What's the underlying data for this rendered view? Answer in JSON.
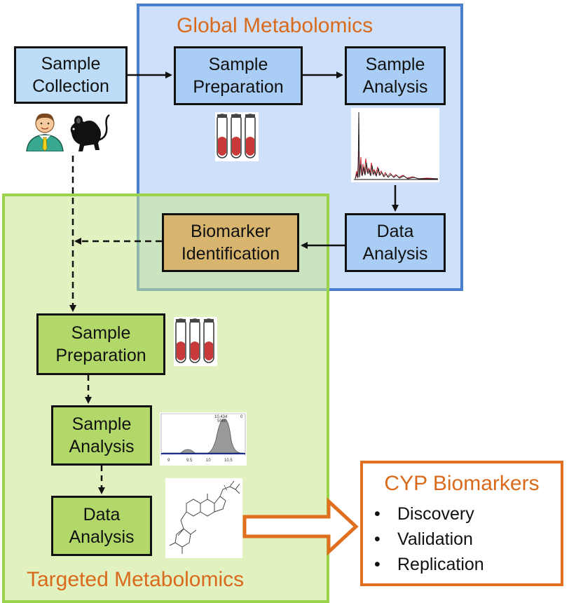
{
  "regions": {
    "global_title": "Global Metabolomics",
    "targeted_title": "Targeted Metabolomics"
  },
  "boxes": {
    "sample_collection": [
      "Sample",
      "Collection"
    ],
    "global_sample_preparation": [
      "Sample",
      "Preparation"
    ],
    "global_sample_analysis": [
      "Sample",
      "Analysis"
    ],
    "global_data_analysis": [
      "Data",
      "Analysis"
    ],
    "biomarker_identification": [
      "Biomarker",
      "Identification"
    ],
    "targeted_sample_preparation": [
      "Sample",
      "Preparation"
    ],
    "targeted_sample_analysis": [
      "Sample",
      "Analysis"
    ],
    "targeted_data_analysis": [
      "Data",
      "Analysis"
    ]
  },
  "cyp": {
    "title": "CYP Biomarkers",
    "items": [
      "Discovery",
      "Validation",
      "Replication"
    ],
    "bullet": "•"
  },
  "peak_plot": {
    "peak_label": "10.434",
    "peak_label_2": "5960",
    "corner_label": "0",
    "x_ticks": [
      "9",
      "9.5",
      "10",
      "10.5"
    ]
  },
  "icons": [
    "person-icon",
    "mouse-icon",
    "test-tubes-icon",
    "chromatogram-icon",
    "molecule-structure-icon"
  ],
  "colors": {
    "global_border": "#4a7fd0",
    "targeted_border": "#9bd44a",
    "title_orange": "#d96a1c",
    "box_blue": "#a9cdf4",
    "box_tan": "#d8b56e",
    "box_green": "#b3d86a"
  }
}
